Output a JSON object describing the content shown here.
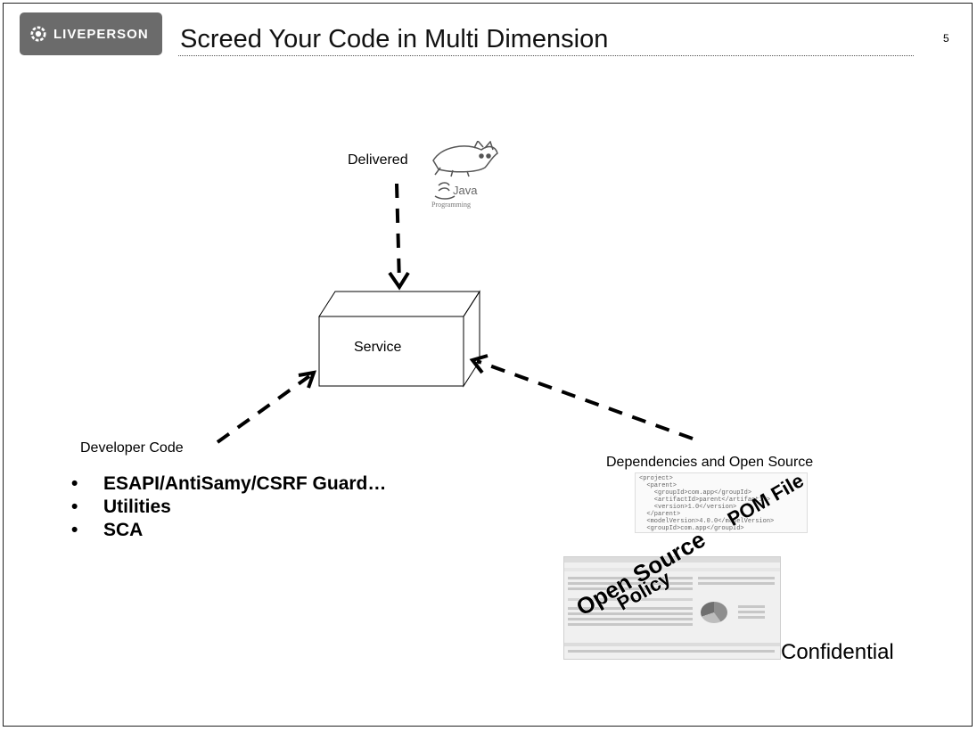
{
  "header": {
    "logo_text": "LIVEPERSON",
    "title": "Screed Your Code in Multi Dimension",
    "page_number": "5"
  },
  "diagram": {
    "delivered_label": "Delivered",
    "service_label": "Service",
    "developer_label": "Developer Code",
    "dependencies_label": "Dependencies and Open Source",
    "developer_bullets": [
      "ESAPI/AntiSamy/CSRF Guard…",
      "Utilities",
      "SCA"
    ],
    "pom_label": "POM File",
    "open_source_label": "Open Source",
    "policy_label": "Policy",
    "java_text": "Java",
    "java_subtext": "Programming"
  },
  "footer": {
    "confidential": "Confidential"
  }
}
